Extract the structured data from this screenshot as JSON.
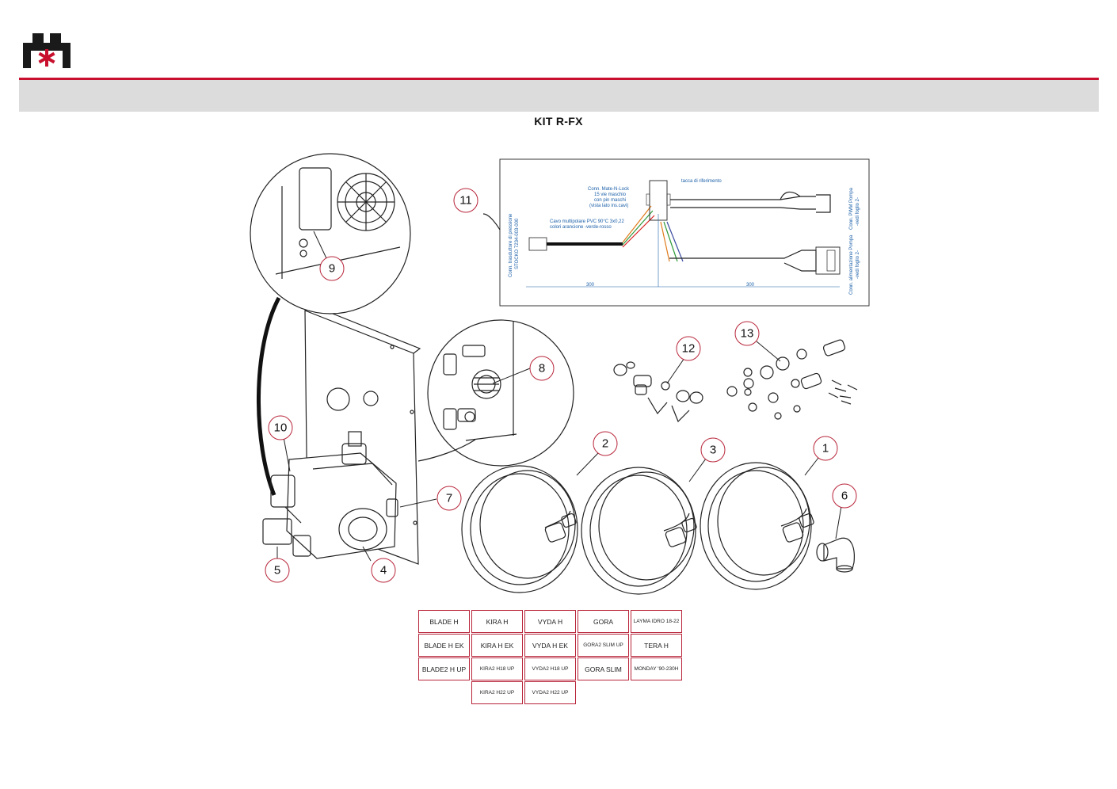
{
  "header": {
    "logo_name": "company-logo",
    "accent_color": "#c8102e",
    "band_color": "#dcdcdc"
  },
  "title": "KIT R-FX",
  "callouts": [
    "1",
    "2",
    "3",
    "4",
    "5",
    "6",
    "7",
    "8",
    "9",
    "10",
    "11",
    "12",
    "13"
  ],
  "wiring_diagram": {
    "conn_matelock": "Conn. Mate-N-Lock",
    "conn_matelock_2": "15 vie maschio",
    "conn_matelock_3": "con pin maschi",
    "conn_matelock_4": "(vista lato ins.cavi)",
    "tacca": "tacca di riferimento",
    "cable_1": "Cavo multipolare PVC 90°C 3x0,22",
    "cable_2": "colori arancione -verde-rosso",
    "left_conn_1": "Conn. trasduttore di pressione",
    "left_conn_2": "STOCKO 7234-003-000",
    "right_conn_top_1": "Conn. PWM Pompa",
    "right_conn_top_2": "-vedi foglio 2-",
    "right_conn_bot_1": "Conn. alimentazione Pompa",
    "right_conn_bot_2": "-vedi foglio 2-",
    "dim_left": "300",
    "dim_right": "300"
  },
  "models": [
    {
      "label": "BLADE H",
      "small": false
    },
    {
      "label": "KIRA H",
      "small": false
    },
    {
      "label": "VYDA H",
      "small": false
    },
    {
      "label": "GORA",
      "small": false
    },
    {
      "label": "LAYMA IDRO 18-22",
      "small": true
    },
    {
      "label": "BLADE H EK",
      "small": false
    },
    {
      "label": "KIRA H EK",
      "small": false
    },
    {
      "label": "VYDA H EK",
      "small": false
    },
    {
      "label": "GORA2 SLIM UP",
      "small": true
    },
    {
      "label": "TERA H",
      "small": false
    },
    {
      "label": "BLADE2 H UP",
      "small": false
    },
    {
      "label": "KIRA2 H18 UP",
      "small": true
    },
    {
      "label": "VYDA2 H18 UP",
      "small": true
    },
    {
      "label": "GORA SLIM",
      "small": false
    },
    {
      "label": "MONDAY '90-230H",
      "small": true
    },
    {
      "label": "",
      "small": false
    },
    {
      "label": "KIRA2 H22 UP",
      "small": true
    },
    {
      "label": "VYDA2 H22 UP",
      "small": true
    }
  ]
}
